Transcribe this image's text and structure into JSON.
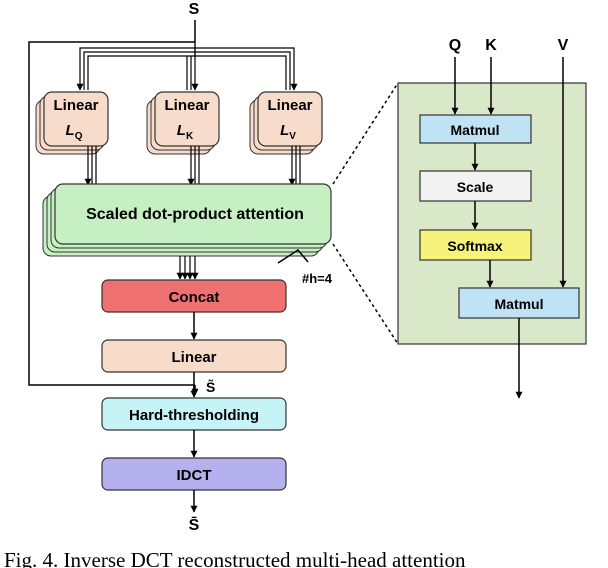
{
  "input_label": "S",
  "linear_blocks": [
    {
      "label": "Linear",
      "sub_main": "L",
      "sub_sub": "Q"
    },
    {
      "label": "Linear",
      "sub_main": "L",
      "sub_sub": "K"
    },
    {
      "label": "Linear",
      "sub_main": "L",
      "sub_sub": "V"
    }
  ],
  "attention_label": "Scaled dot-product attention",
  "heads_label": "#h=4",
  "concat_label": "Concat",
  "linear_out_label": "Linear",
  "s_tilde_label": "S̃",
  "hard_threshold_label": "Hard-thresholding",
  "idct_label": "IDCT",
  "output_label": "S̄",
  "detail": {
    "q_label": "Q",
    "k_label": "K",
    "v_label": "V",
    "matmul1_label": "Matmul",
    "scale_label": "Scale",
    "softmax_label": "Softmax",
    "matmul2_label": "Matmul"
  },
  "caption": "Fig. 4. Inverse DCT reconstructed multi-head attention",
  "colors": {
    "linear_fill": "#f8dccb",
    "attention_fill": "#c6f0c3",
    "concat_fill": "#ef7070",
    "threshold_fill": "#c5f3f6",
    "idct_fill": "#b4b1ee",
    "panel_fill": "#d8e8c8",
    "matmul_fill": "#bfe3f5",
    "scale_fill": "#f2f2f2",
    "softmax_fill": "#f7f279"
  }
}
